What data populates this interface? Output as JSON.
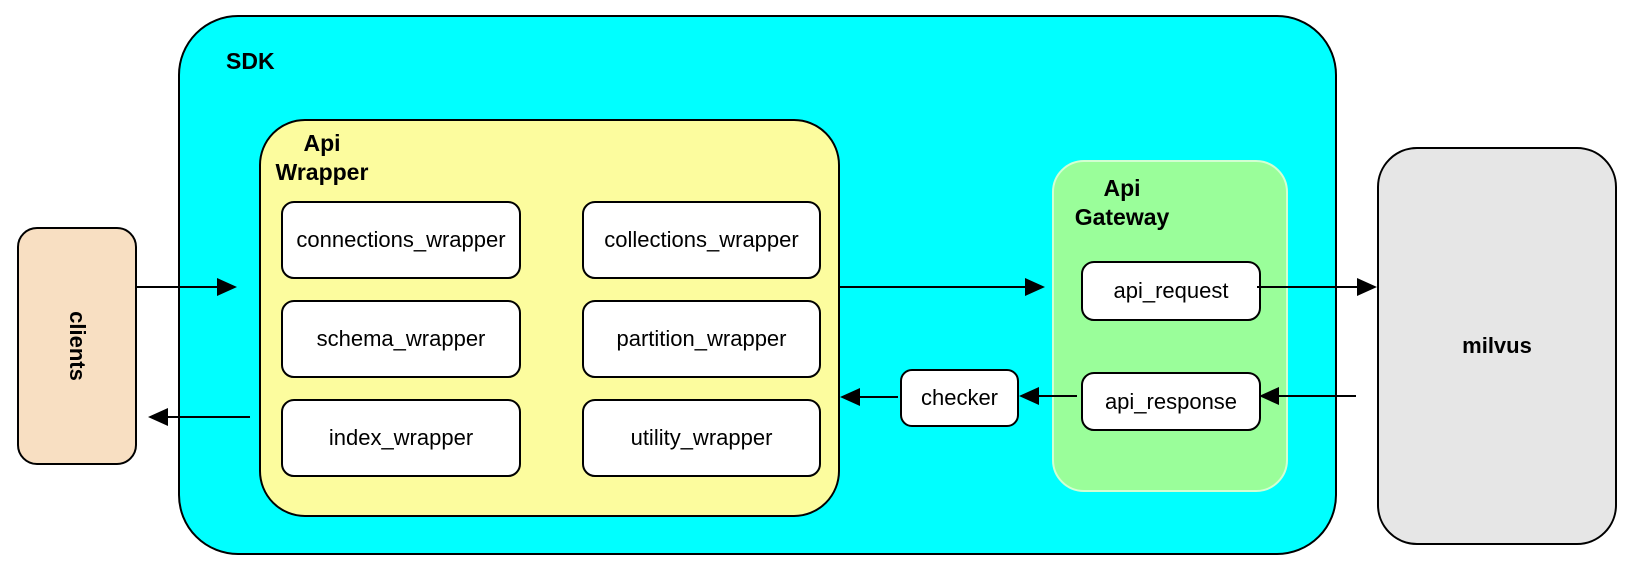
{
  "diagram": {
    "clients": {
      "label": "clients",
      "fill": "#F8DFC2"
    },
    "sdk": {
      "label": "SDK",
      "fill": "#00FFFF"
    },
    "api_wrapper": {
      "label": "Api Wrapper",
      "fill": "#FCFC9E",
      "boxes": [
        "connections_wrapper",
        "collections_wrapper",
        "schema_wrapper",
        "partition_wrapper",
        "index_wrapper",
        "utility_wrapper"
      ]
    },
    "checker": {
      "label": "checker",
      "fill": "#FFFFFF"
    },
    "api_gateway": {
      "label": "Api Gateway",
      "fill": "#9AFE9A",
      "boxes": [
        "api_request",
        "api_response"
      ]
    },
    "milvus": {
      "label": "milvus",
      "fill": "#E6E6E6"
    },
    "stroke_color": "#000000",
    "arrow_color": "#000000"
  }
}
